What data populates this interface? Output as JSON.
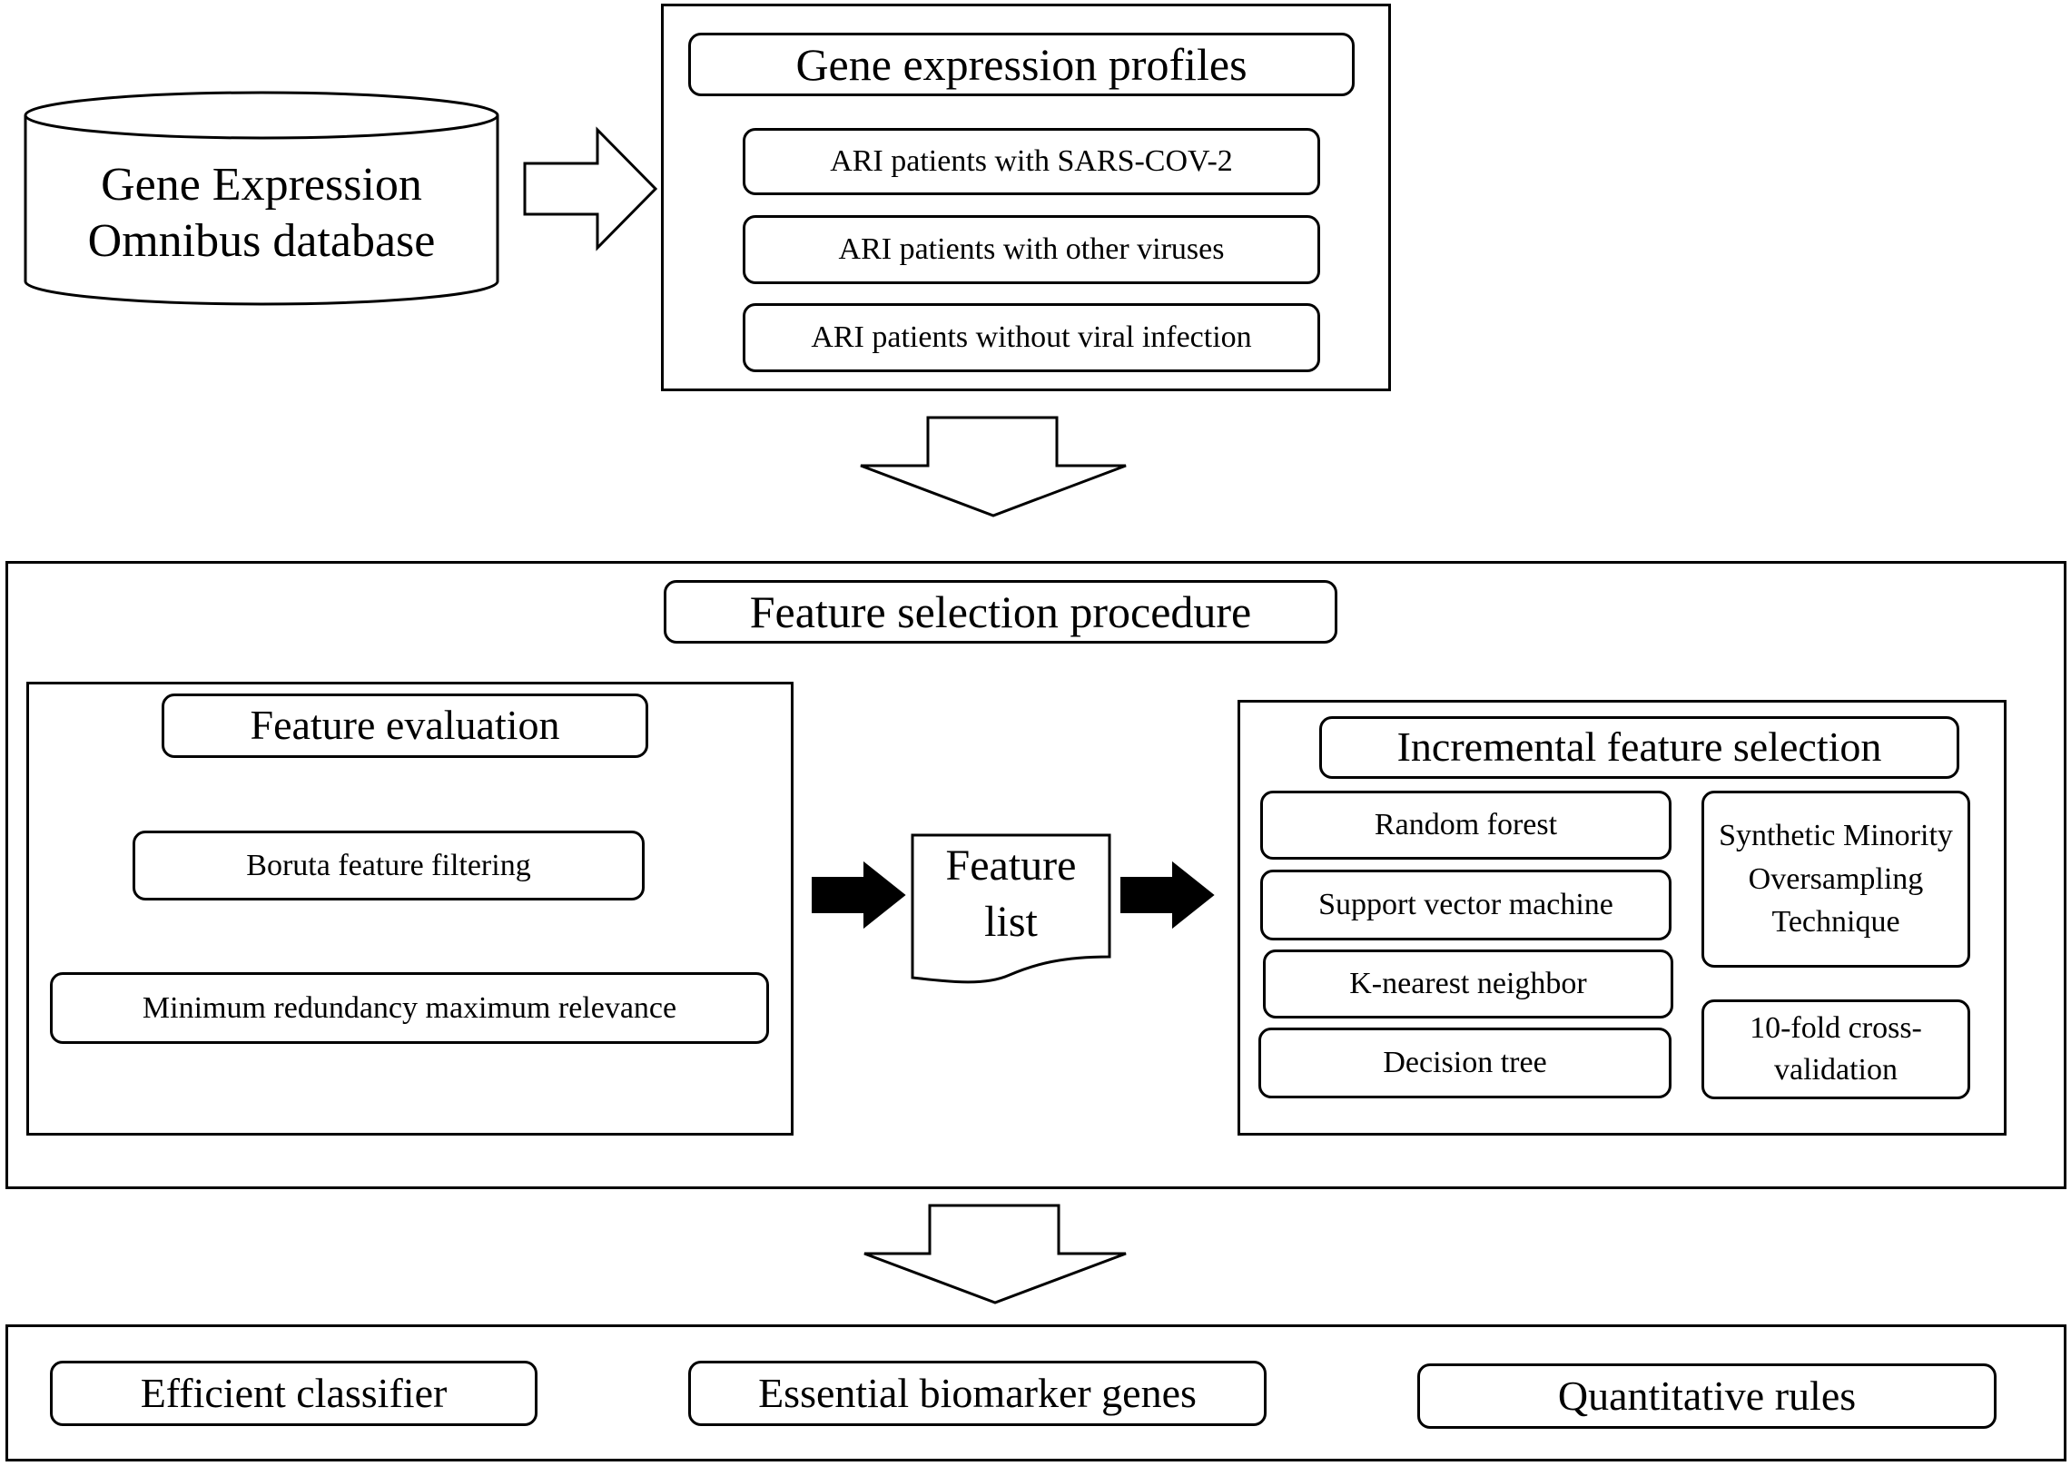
{
  "database": {
    "label_line1": "Gene Expression",
    "label_line2": "Omnibus database"
  },
  "profiles": {
    "title": "Gene expression profiles",
    "items": [
      "ARI patients with SARS-COV-2",
      "ARI patients with other viruses",
      "ARI patients without viral infection"
    ]
  },
  "procedure": {
    "title": "Feature selection procedure",
    "evaluation": {
      "title": "Feature evaluation",
      "methods": [
        "Boruta feature filtering",
        "Minimum redundancy maximum relevance"
      ]
    },
    "feature_list": {
      "line1": "Feature",
      "line2": "list"
    },
    "ifs": {
      "title": "Incremental feature selection",
      "classifiers": [
        "Random forest",
        "Support vector machine",
        "K-nearest neighbor",
        "Decision tree"
      ],
      "smote": "Synthetic Minority Oversampling Technique",
      "cv": "10-fold cross-validation"
    }
  },
  "outputs": {
    "items": [
      "Efficient classifier",
      "Essential biomarker genes",
      "Quantitative rules"
    ]
  }
}
